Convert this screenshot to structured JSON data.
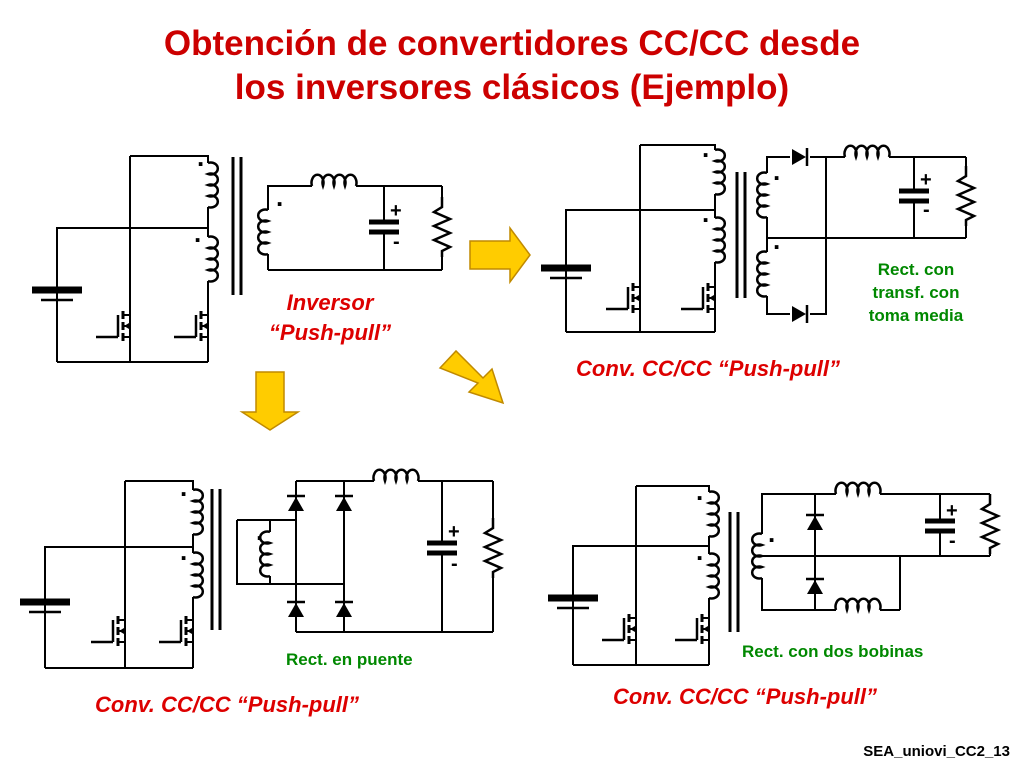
{
  "title": {
    "line1": "Obtención de convertidores CC/CC desde",
    "line2": "los inversores clásicos (Ejemplo)"
  },
  "inverter": {
    "label_line1": "Inversor",
    "label_line2": "“Push-pull”"
  },
  "converters": {
    "top_right": {
      "title": "Conv. CC/CC “Push-pull”",
      "note_lines": [
        "Rect. con",
        "transf. con",
        "toma media"
      ]
    },
    "bottom_left": {
      "title": "Conv. CC/CC “Push-pull”",
      "note": "Rect. en puente"
    },
    "bottom_right": {
      "title": "Conv. CC/CC “Push-pull”",
      "note": "Rect. con dos bobinas"
    }
  },
  "symbols": {
    "plus": "+",
    "minus": "-",
    "dot": "."
  },
  "footer": "SEA_uniovi_CC2_13",
  "colors": {
    "title": "#cc0000",
    "label_red": "#dd0000",
    "label_green": "#008800",
    "arrow_fill": "#ffcc00",
    "arrow_stroke": "#c08a00"
  }
}
